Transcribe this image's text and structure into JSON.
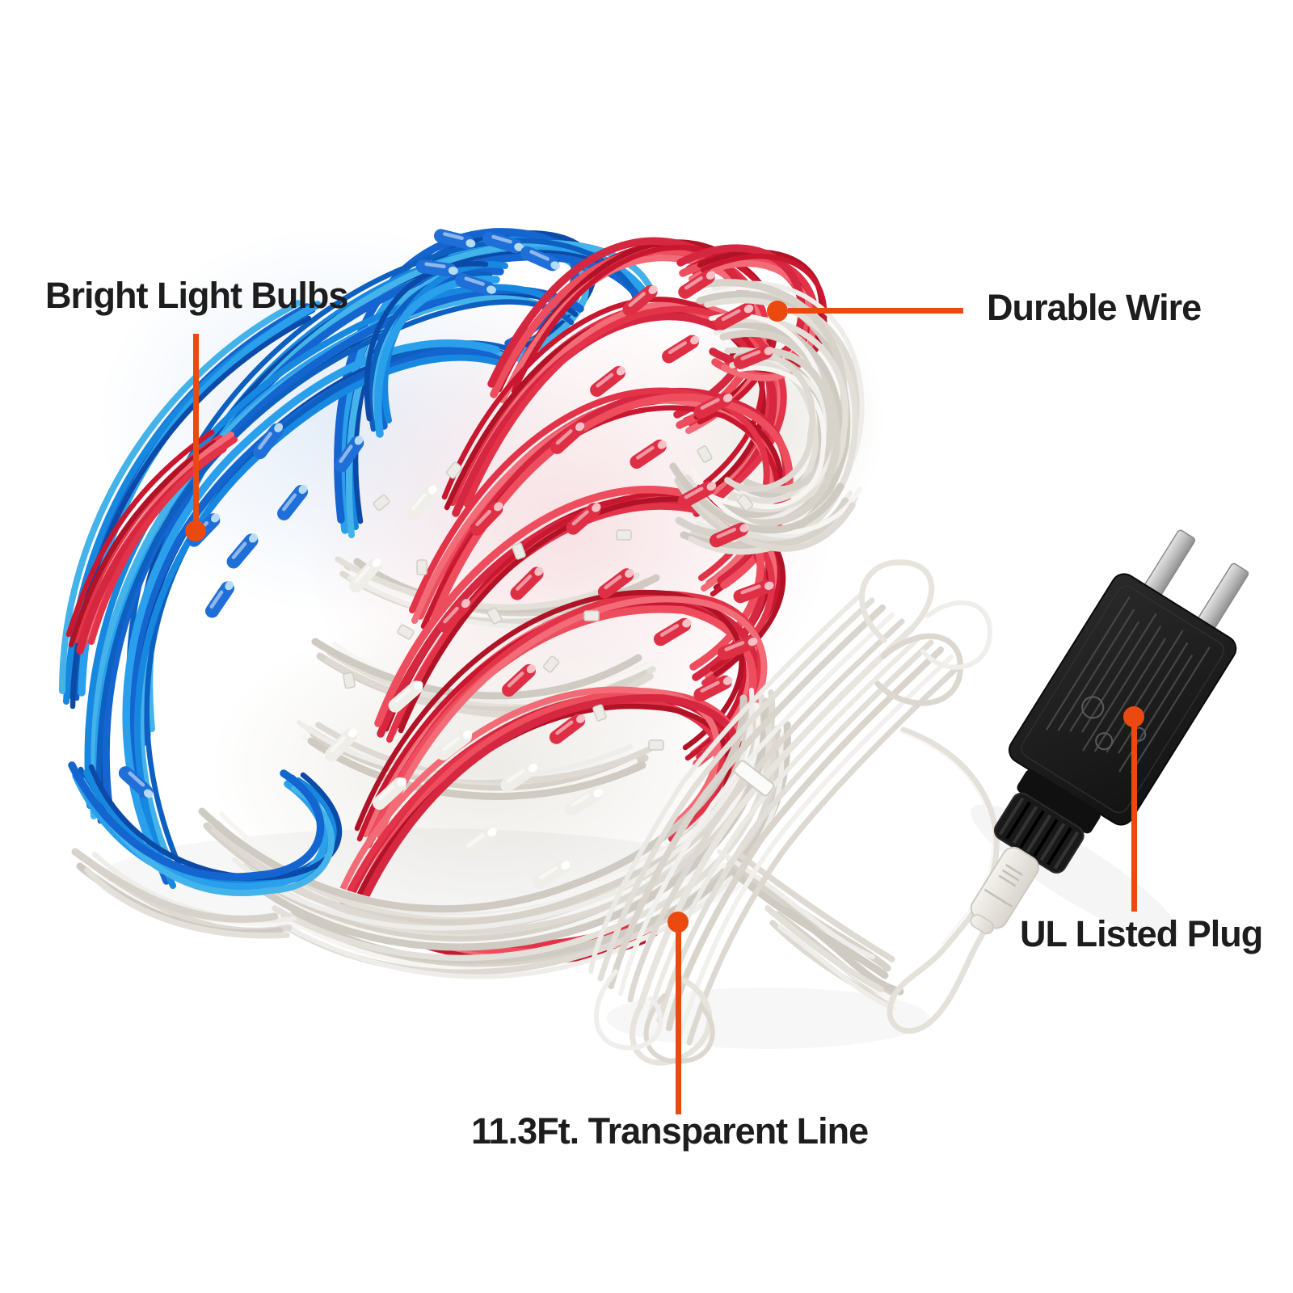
{
  "annotations": {
    "bright_light_bulbs": {
      "label": "Bright Light Bulbs"
    },
    "durable_wire": {
      "label": "Durable Wire"
    },
    "ul_listed_plug": {
      "label": "UL Listed Plug"
    },
    "transparent_line": {
      "label": "11.3Ft. Transparent Line"
    }
  },
  "colors": {
    "callout": "#ea4a0f",
    "label_text": "#1d1d1d",
    "wire_blue": "#1788e0",
    "wire_red": "#e23349",
    "wire_white": "#efede9",
    "adapter_black": "#1b1b1b"
  }
}
